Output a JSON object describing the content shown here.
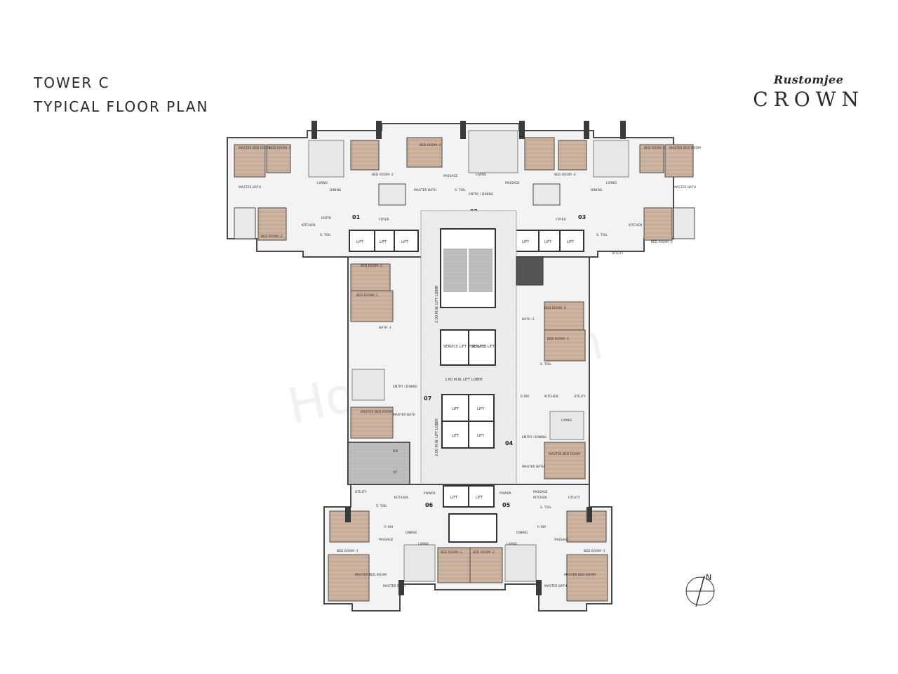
{
  "header": {
    "title_line1": "TOWER C",
    "title_line2": "TYPICAL FLOOR PLAN"
  },
  "brand": {
    "small": "Rustomjee",
    "big": "CROWN"
  },
  "plan": {
    "unit_numbers": [
      "01",
      "02",
      "03",
      "04",
      "05",
      "06",
      "07"
    ],
    "lobby_labels": [
      "2.00 M.W. LIFT LOBBY",
      "2.60 M.W. LIFT LOBBY",
      "2.00 M.W. LIFT LOBBY"
    ],
    "lift_label": "LIFT",
    "service_lift_labels": [
      "SERVICE LIFT (FIRE LIFT)",
      "SERVICE LIFT"
    ],
    "room_labels": {
      "master_bed_room": "MASTER BED ROOM",
      "bed_room_1": "BED ROOM -1",
      "bed_room_2": "BED ROOM -2",
      "master_bath": "MASTER BATH",
      "bath_1": "BATH -1",
      "bath_2": "BATH -2",
      "living": "LIVING",
      "dining": "DINING",
      "kitchen": "KITCHEN",
      "entry": "ENTRY",
      "entry_dining": "ENTRY / DINING",
      "foyer": "FOYER",
      "utility": "UTILITY",
      "passage": "PASSAGE",
      "s_toil": "S. TOIL",
      "p_rm": "P. RM",
      "power": "POWER",
      "dn": "DN",
      "up": "UP"
    },
    "compass": "N",
    "watermark": "Housing.com"
  },
  "colors": {
    "wall": "#4a4a4a",
    "wood": "#c8ad9a",
    "lobby": "#ececec",
    "paper": "#ffffff"
  }
}
